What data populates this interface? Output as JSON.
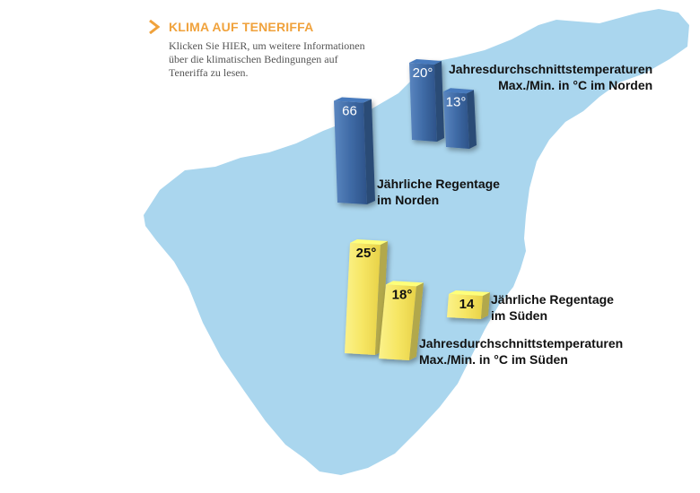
{
  "header": {
    "title": "KLIMA AUF TENERIFFA",
    "subtitle": "Klicken Sie HIER, um weitere Informationen über die klimatischen Bedingungen auf Teneriffa zu lesen.",
    "title_color": "#f0a23c"
  },
  "colors": {
    "north_region": "#aad6ee",
    "south_region": "#f2c88e",
    "north_bar": "#3d6aa4",
    "south_bar": "#f7e96a"
  },
  "chart_data": {
    "type": "bar",
    "series": [
      {
        "region": "north",
        "values": [
          {
            "key": "rain_north",
            "value": 66,
            "display": "66"
          },
          {
            "key": "max_temp_north",
            "value": 20,
            "display": "20°"
          },
          {
            "key": "min_temp_north",
            "value": 13,
            "display": "13°"
          }
        ]
      },
      {
        "region": "south",
        "values": [
          {
            "key": "max_temp_south",
            "value": 25,
            "display": "25°"
          },
          {
            "key": "min_temp_south",
            "value": 18,
            "display": "18°"
          },
          {
            "key": "rain_south",
            "value": 14,
            "display": "14"
          }
        ]
      }
    ],
    "annotations": {
      "temp_north": [
        "Jahresdurchschnittstemperaturen",
        "Max./Min. in °C  im Norden"
      ],
      "rain_north": [
        "Jährliche Regentage",
        "im Norden"
      ],
      "rain_south": [
        "Jährliche Regentage",
        "im Süden"
      ],
      "temp_south": [
        "Jahresdurchschnittstemperaturen",
        "Max./Min. in °C  im Süden"
      ]
    }
  }
}
